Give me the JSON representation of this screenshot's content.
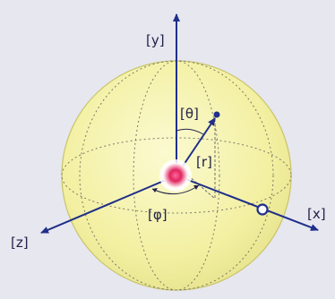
{
  "labels": {
    "y_axis": "[y]",
    "x_axis": "[x]",
    "z_axis": "[z]",
    "theta": "[θ]",
    "phi": "[φ]",
    "r": "[r]"
  },
  "colors": {
    "background": "#e7e7ef",
    "sphere_fill": "#f4f2a8",
    "sphere_edge": "#c8c46a",
    "axis": "#1f2f8a",
    "nucleus": "#e0245e",
    "guide_lines": "#6f6f6f"
  }
}
